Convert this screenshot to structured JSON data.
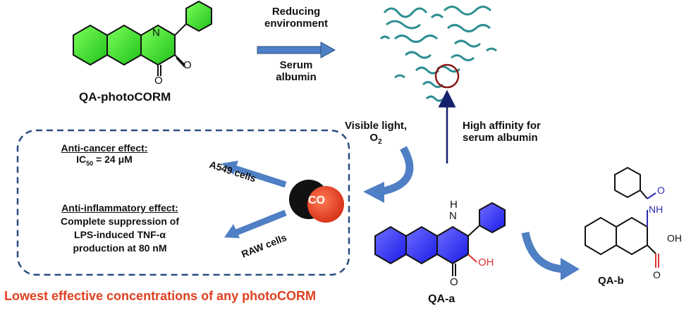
{
  "qa_photocorm": {
    "label": "QA-photoCORM",
    "atom_n": "N",
    "atom_o1": "O",
    "atom_o2": "O"
  },
  "arrow_top": {
    "line1": "Reducing",
    "line2": "environment",
    "line3": "Serum",
    "line4": "albumin"
  },
  "visible_light": {
    "line1": "Visible light,",
    "line2_main": "O",
    "line2_sub": "2"
  },
  "affinity": {
    "line1": "High affinity for",
    "line2": "serum albumin"
  },
  "box": {
    "anticancer_title": "Anti-cancer effect:",
    "ic_main": "IC",
    "ic_sub": "50",
    "ic_value": " = 24 μM",
    "antiinflam_title": "Anti-inflammatory effect:",
    "antiinflam_line1": "Complete suppression of",
    "antiinflam_line2": "LPS-induced TNF-α",
    "antiinflam_line3": "production at 80 nM",
    "a549": "A549 cells",
    "raw": "RAW cells",
    "co": "CO"
  },
  "qa_a": {
    "label": "QA-a",
    "atom_nh_h": "H",
    "atom_n": "N",
    "atom_oh": "OH",
    "atom_o": "O"
  },
  "qa_b": {
    "label": "QA-b",
    "atom_nh": "NH",
    "atom_o1": "O",
    "atom_oh": "OH",
    "atom_o2": "O"
  },
  "footer": "Lowest effective concentrations of any photoCORM",
  "colors": {
    "green": "#3ddc2e",
    "blue": "#2b2bff",
    "arrow_blue": "#4f7fc4",
    "navy": "#16216b",
    "red_text": "#e0401f",
    "co_red": "#e0401f",
    "protein": "#3aa6a8",
    "dash": "#2a4d7f"
  }
}
